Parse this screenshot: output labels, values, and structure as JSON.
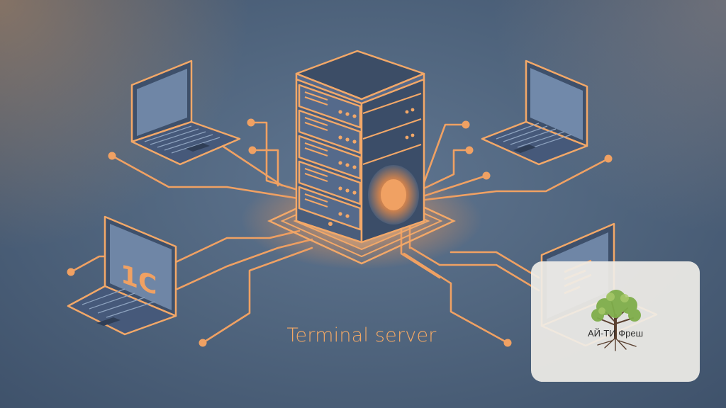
{
  "diagram": {
    "caption": "Terminal server",
    "laptop_screen_logo": "1С",
    "watermark_text": "АЙ-ТИ Фреш"
  },
  "colors": {
    "background": "#51667f",
    "accent": "#f2a865",
    "server_body": "#3b4d68",
    "screen": "#6f86a6"
  }
}
